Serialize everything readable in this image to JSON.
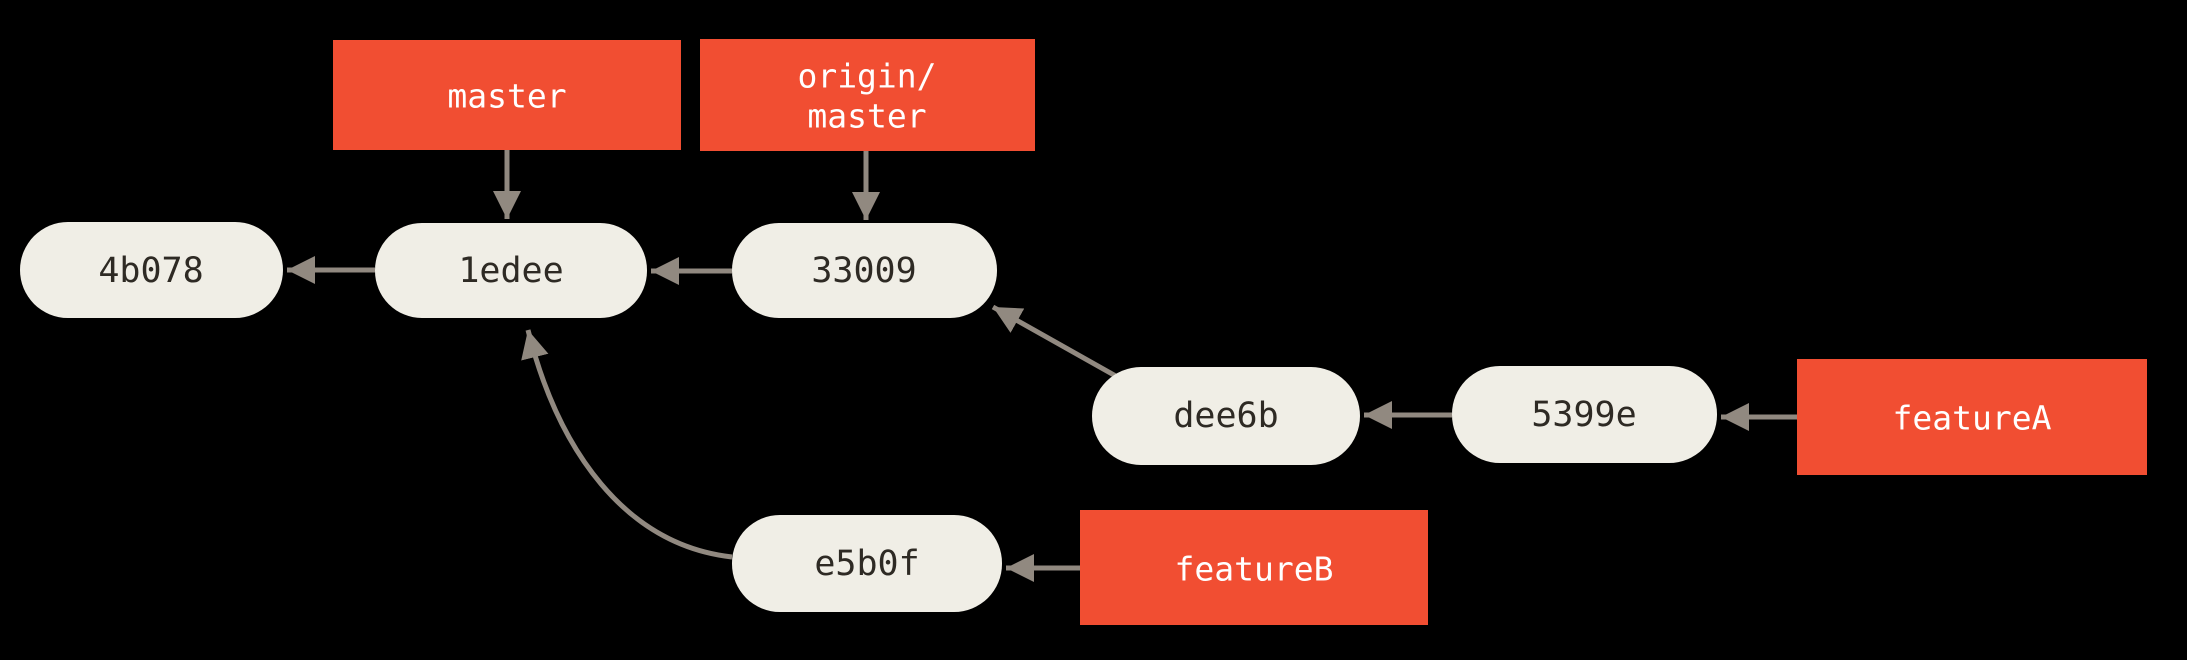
{
  "diagram": {
    "type": "git-commit-graph",
    "description": "Git commit history: master and origin/master point at commits on the main line; featureA and featureB branches diverge from it",
    "commits": [
      {
        "id": "4b078"
      },
      {
        "id": "1edee"
      },
      {
        "id": "33009"
      },
      {
        "id": "dee6b"
      },
      {
        "id": "5399e"
      },
      {
        "id": "e5b0f"
      }
    ],
    "branch_labels": [
      {
        "name": "master",
        "lines": [
          "master"
        ],
        "points_to": "1edee"
      },
      {
        "name": "origin/master",
        "lines": [
          "origin/",
          "master"
        ],
        "points_to": "33009"
      },
      {
        "name": "featureA",
        "lines": [
          "featureA"
        ],
        "points_to": "5399e"
      },
      {
        "name": "featureB",
        "lines": [
          "featureB"
        ],
        "points_to": "e5b0f"
      }
    ],
    "edges": [
      {
        "from": "1edee",
        "to": "4b078"
      },
      {
        "from": "33009",
        "to": "1edee"
      },
      {
        "from": "dee6b",
        "to": "33009"
      },
      {
        "from": "5399e",
        "to": "dee6b"
      },
      {
        "from": "e5b0f",
        "to": "1edee"
      }
    ],
    "colors": {
      "background": "#000000",
      "branch_label_fill": "#f14e32",
      "branch_label_text": "#ffffff",
      "commit_fill": "#f0eee6",
      "commit_text": "#2e2a24",
      "arrow": "#918980"
    }
  }
}
